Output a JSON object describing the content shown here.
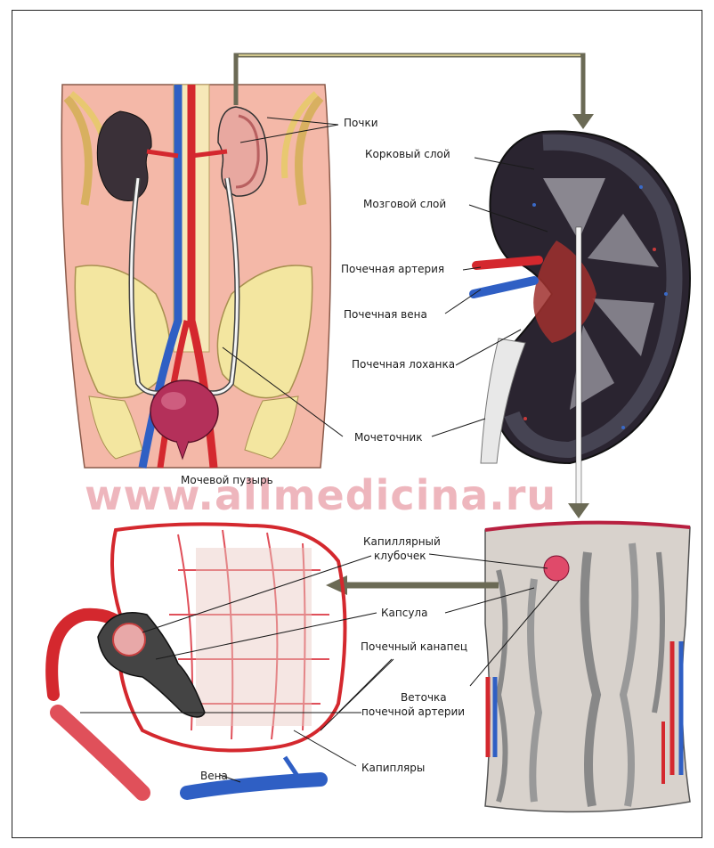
{
  "watermark": "www.allmedicina.ru",
  "labels": {
    "kidneys": "Почки",
    "cortex": "Корковый слой",
    "medulla": "Мозговой слой",
    "renal_artery": "Почечная артерия",
    "renal_vein": "Почечная вена",
    "renal_pelvis": "Почечная лоханка",
    "ureter": "Мочеточник",
    "bladder": "Мочевой пузырь",
    "glomerulus_1": "Капиллярный",
    "glomerulus_2": "клубочек",
    "capsule": "Капсула",
    "tubule": "Почечный канапец",
    "artery_branch_1": "Веточка",
    "artery_branch_2": "почечной артерии",
    "capillaries": "Капипляры",
    "vein": "Вена"
  },
  "colors": {
    "skin": "#f4b8a8",
    "bone": "#f3e6a0",
    "artery": "#d4282e",
    "vein": "#2f5fc4",
    "kidney_dark": "#2a2430",
    "bladder": "#b4305a",
    "arrow": "#6b6a55"
  }
}
